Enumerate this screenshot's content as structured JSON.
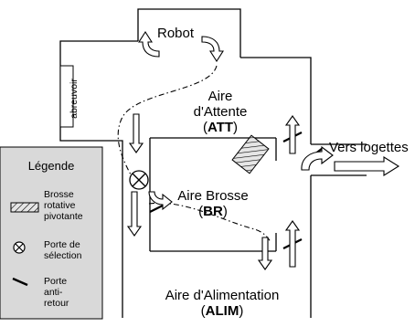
{
  "zones": {
    "robot": "Robot",
    "att_line1": "Aire",
    "att_line2": "d'Attente",
    "att_code": "ATT",
    "br_line1": "Aire Brosse",
    "br_code": "BR",
    "alim_line1": "Aire d'Alimentation",
    "alim_code": "ALIM",
    "abreuvoir": "abreuvoir",
    "exit": "Vers logettes"
  },
  "legend": {
    "title": "Légende",
    "brush": [
      "Brosse",
      "rotative",
      "pivotante"
    ],
    "gate": [
      "Porte de",
      "sélection"
    ],
    "antiback": [
      "Porte",
      "anti-",
      "retour"
    ]
  },
  "colors": {
    "legend_bg": "#d9d9d9",
    "hatch_bg": "#e6e6e6",
    "line": "#000000"
  },
  "icons": {
    "gate": "circle-x-icon",
    "brush": "hatched-rectangle-icon",
    "antiback": "diagonal-line-icon"
  }
}
